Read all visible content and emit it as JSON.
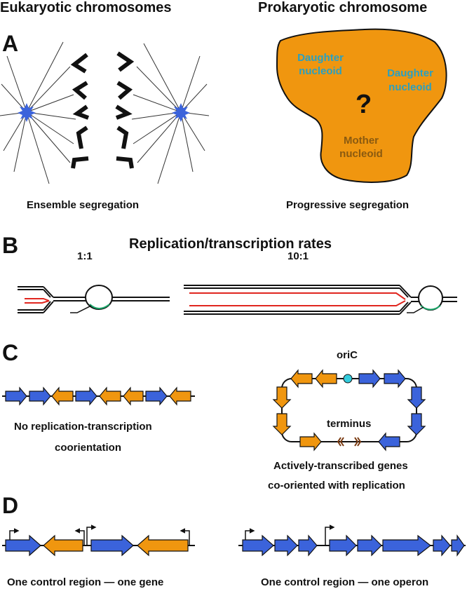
{
  "panels": {
    "a": "A",
    "b": "B",
    "c": "C",
    "d": "D"
  },
  "a": {
    "left_title": "Eukaryotic chromosomes",
    "right_title": "Prokaryotic chromosome",
    "daughter1": [
      "Daughter",
      "nucleoid"
    ],
    "daughter2": [
      "Daughter",
      "nucleoid"
    ],
    "mother": [
      "Mother",
      "nucleoid"
    ],
    "question": "?",
    "left_caption": "Ensemble segregation",
    "right_caption": "Progressive segregation"
  },
  "b": {
    "title": "Replication/transcription rates",
    "ratio_left": "1:1",
    "ratio_right": "10:1"
  },
  "c": {
    "left_caption": [
      "No replication-transcription",
      "coorientation"
    ],
    "oric": "oriC",
    "terminus": "terminus",
    "right_caption": [
      "Actively-transcribed genes",
      "co-oriented with replication"
    ]
  },
  "d": {
    "left_caption": "One control region — one gene",
    "right_caption": "One control region — one operon"
  },
  "colors": {
    "blue": "#3b63db",
    "orange": "#f0960f",
    "red": "#e0261f",
    "green": "#1aa86a",
    "cyan_text": "#2aa0c0",
    "brown_text": "#8a5a10",
    "oric_dot": "#33ccdd"
  }
}
